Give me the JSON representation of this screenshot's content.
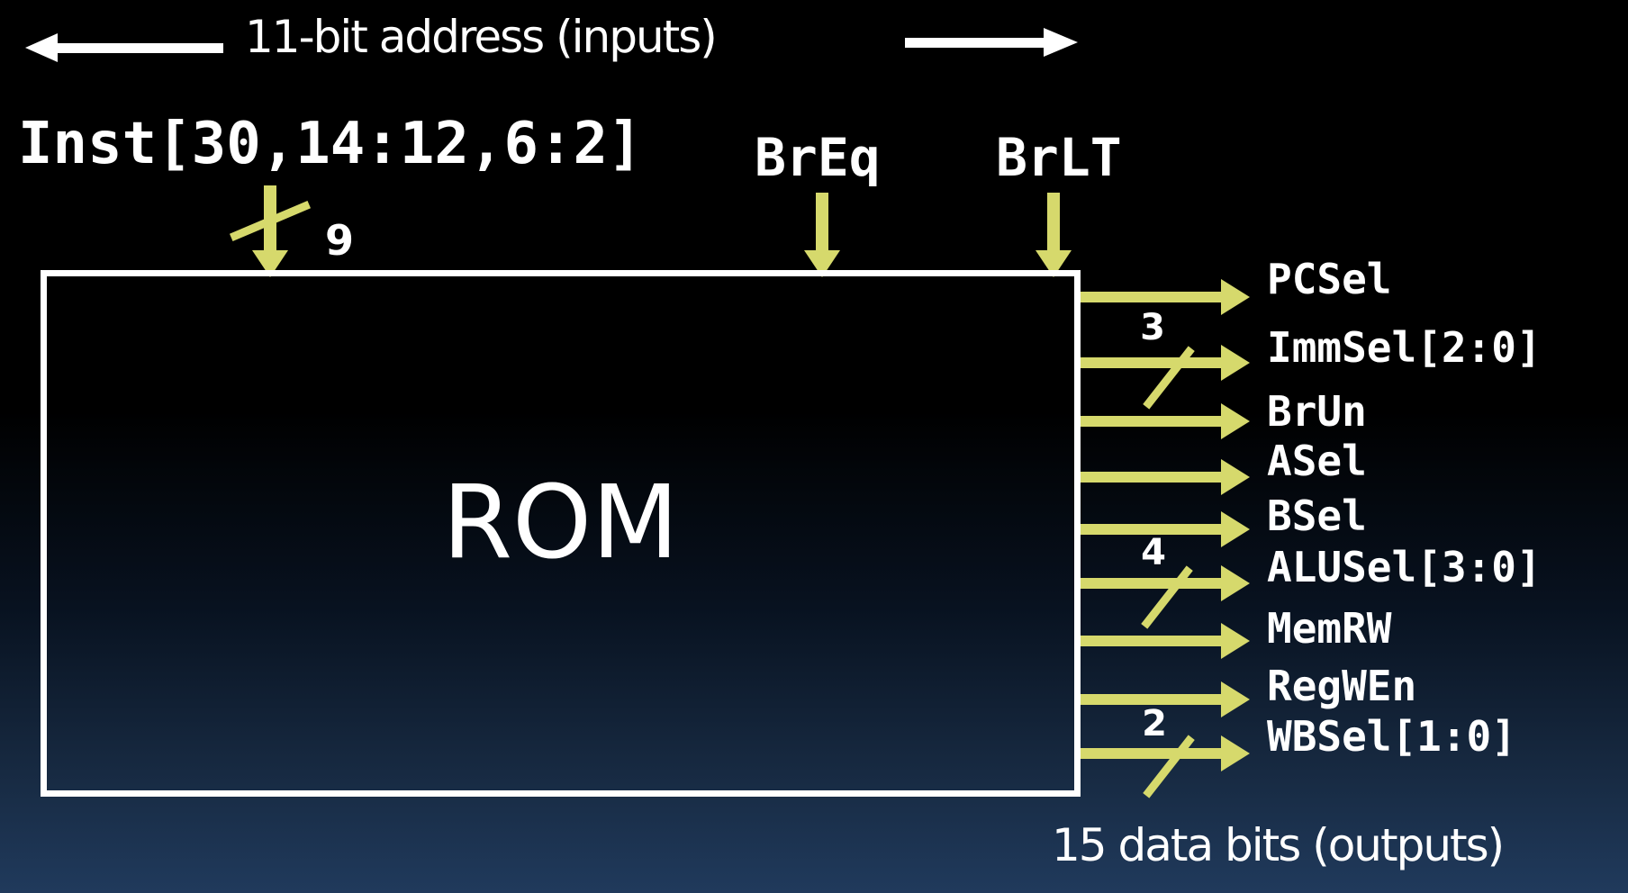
{
  "header": {
    "address_caption": "11-bit address (inputs)",
    "inst_label": "Inst[30,14:12,6:2]",
    "inst_bus_width": "9",
    "breq_label": "BrEq",
    "brlt_label": "BrLT"
  },
  "rom": {
    "label": "ROM"
  },
  "outputs": {
    "caption": "15 data bits (outputs)",
    "signals": [
      {
        "label": "PCSel"
      },
      {
        "label": "ImmSel[2:0]",
        "bus_width": "3"
      },
      {
        "label": "BrUn"
      },
      {
        "label": "ASel"
      },
      {
        "label": "BSel"
      },
      {
        "label": "ALUSel[3:0]",
        "bus_width": "4"
      },
      {
        "label": "MemRW"
      },
      {
        "label": "RegWEn"
      },
      {
        "label": "WBSel[1:0]",
        "bus_width": "2"
      }
    ]
  },
  "colors": {
    "bus_yellow": "#d6d96c",
    "ink_white": "#ffffff",
    "background_top": "#000000",
    "background_bottom": "#203a5c"
  }
}
